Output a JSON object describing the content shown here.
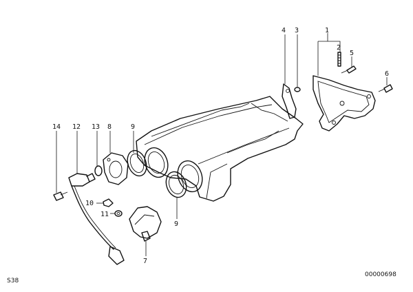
{
  "diagram": {
    "callouts": {
      "c1": "1",
      "c2": "2",
      "c3": "3",
      "c4": "4",
      "c5": "5",
      "c6": "6",
      "c7": "7",
      "c8": "8",
      "c9a": "9",
      "c9b": "9",
      "c10": "10",
      "c11": "11",
      "c12": "12",
      "c13": "13",
      "c14": "14"
    },
    "page_code": "S38",
    "drawing_number": "00000698"
  }
}
